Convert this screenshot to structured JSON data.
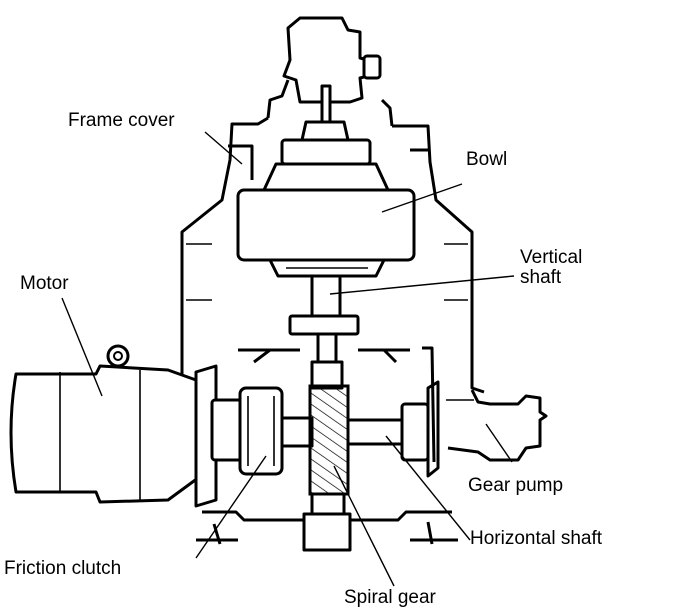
{
  "labels": {
    "frame_cover": "Frame cover",
    "bowl": "Bowl",
    "vertical_shaft": "Vertical\nshaft",
    "motor": "Motor",
    "gear_pump": "Gear pump",
    "horizontal_shaft": "Horizontal shaft",
    "friction_clutch": "Friction clutch",
    "spiral_gear": "Spiral gear"
  }
}
